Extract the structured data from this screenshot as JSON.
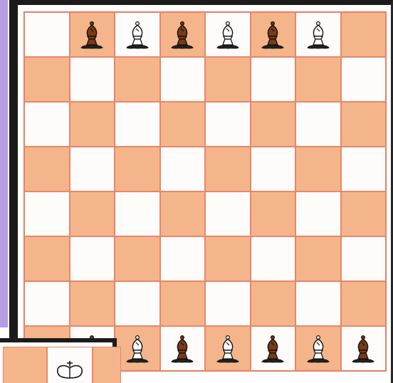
{
  "board": {
    "rows": 8,
    "cols": 8,
    "light_color": "#fdfcfb",
    "dark_color": "#f4b58a",
    "line_color": "#e8866a",
    "pieces": [
      {
        "row": 0,
        "col": 1,
        "kind": "bishop",
        "color": "dark"
      },
      {
        "row": 0,
        "col": 2,
        "kind": "bishop",
        "color": "light"
      },
      {
        "row": 0,
        "col": 3,
        "kind": "bishop",
        "color": "dark"
      },
      {
        "row": 0,
        "col": 4,
        "kind": "bishop",
        "color": "light"
      },
      {
        "row": 0,
        "col": 5,
        "kind": "bishop",
        "color": "dark"
      },
      {
        "row": 0,
        "col": 6,
        "kind": "bishop",
        "color": "light"
      },
      {
        "row": 7,
        "col": 1,
        "kind": "bishop",
        "color": "dark"
      },
      {
        "row": 7,
        "col": 2,
        "kind": "bishop",
        "color": "light"
      },
      {
        "row": 7,
        "col": 3,
        "kind": "bishop",
        "color": "dark"
      },
      {
        "row": 7,
        "col": 4,
        "kind": "bishop",
        "color": "light"
      },
      {
        "row": 7,
        "col": 5,
        "kind": "bishop",
        "color": "dark"
      },
      {
        "row": 7,
        "col": 6,
        "kind": "bishop",
        "color": "light"
      },
      {
        "row": 7,
        "col": 7,
        "kind": "bishop",
        "color": "dark"
      }
    ]
  },
  "inset": {
    "squares": [
      "dark",
      "light",
      "dark"
    ],
    "piece": {
      "col": 1,
      "kind": "king",
      "color": "light"
    }
  },
  "colors": {
    "frame": "#1c1a1a",
    "accent_strip": "#b79be3",
    "dark_piece": "#7a3b14",
    "light_piece": "#ffffff"
  }
}
